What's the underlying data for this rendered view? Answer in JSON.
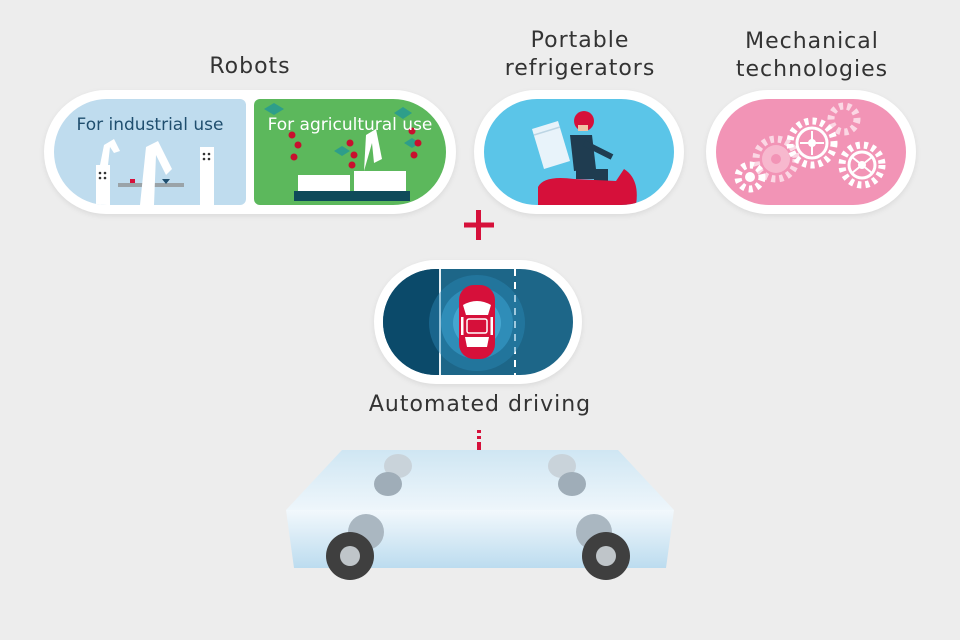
{
  "categories": {
    "robots": "Robots",
    "fridge": [
      "Portable",
      "refrigerators"
    ],
    "mechanical": [
      "Mechanical",
      "technologies"
    ],
    "driving": "Automated driving"
  },
  "robots": {
    "industrial": "For industrial use",
    "agricultural": "For agricultural use"
  },
  "colors": {
    "industrial_bg": "#bfdcee",
    "agricultural_bg": "#5cb85c",
    "fridge_bg": "#5bc5e8",
    "mechanical_bg": "#f294b6",
    "driving_dark": "#0b4a6a",
    "driving_mid": "#1d6688",
    "accent_red": "#d6103a",
    "platform": "#cfe6f3"
  },
  "icons": [
    "plus-icon",
    "down-arrow-icon",
    "gear-icon",
    "car-icon",
    "scooter-icon",
    "robot-arm-icon"
  ]
}
